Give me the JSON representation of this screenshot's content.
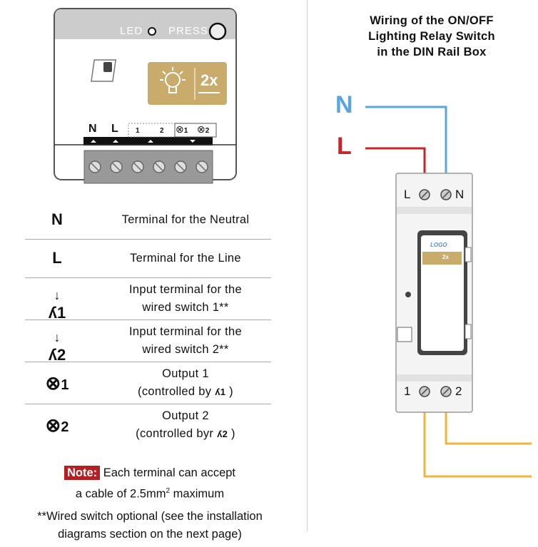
{
  "title_lines": [
    "Wiring of the ON/OFF",
    "Lighting Relay Switch",
    "in the DIN Rail Box"
  ],
  "module": {
    "led_label": "LED",
    "press_label": "PRESS",
    "badge_label": "2x",
    "terminals": [
      "N",
      "L",
      "1",
      "2",
      "1",
      "2"
    ]
  },
  "legend": [
    {
      "symbol": "N",
      "description": [
        "Terminal for the Neutral"
      ]
    },
    {
      "symbol": "L",
      "description": [
        "Terminal for the Line"
      ]
    },
    {
      "symbol": "1",
      "description": [
        "Input terminal for the",
        "wired switch 1**"
      ]
    },
    {
      "symbol": "2",
      "description": [
        "Input terminal for the",
        "wired switch 2**"
      ]
    },
    {
      "symbol": "1",
      "description": [
        "Output 1",
        "(controlled by",
        "1",
        ")"
      ]
    },
    {
      "symbol": "2",
      "description": [
        "Output 2",
        "(controlled byr",
        "2",
        ")"
      ]
    }
  ],
  "note": {
    "badge": "Note:",
    "line1": "Each terminal can accept",
    "line2_pre": "a cable of 2.5mm",
    "line2_sup": "2",
    "line2_post": " maximum"
  },
  "footnote": [
    "**Wired switch optional (see the installation",
    "diagrams section on the next page)"
  ],
  "wiring": {
    "neutral_label": "N",
    "line_label": "L",
    "din_top_left": "L",
    "din_top_right": "N",
    "din_bottom_left": "1",
    "din_bottom_right": "2",
    "din_logo": "LOGO",
    "din_badge": "2x",
    "colors": {
      "neutral": "#5aa5dc",
      "line": "#c3272b",
      "output": "#f0b43c",
      "gold": "#c9ac6c"
    }
  }
}
